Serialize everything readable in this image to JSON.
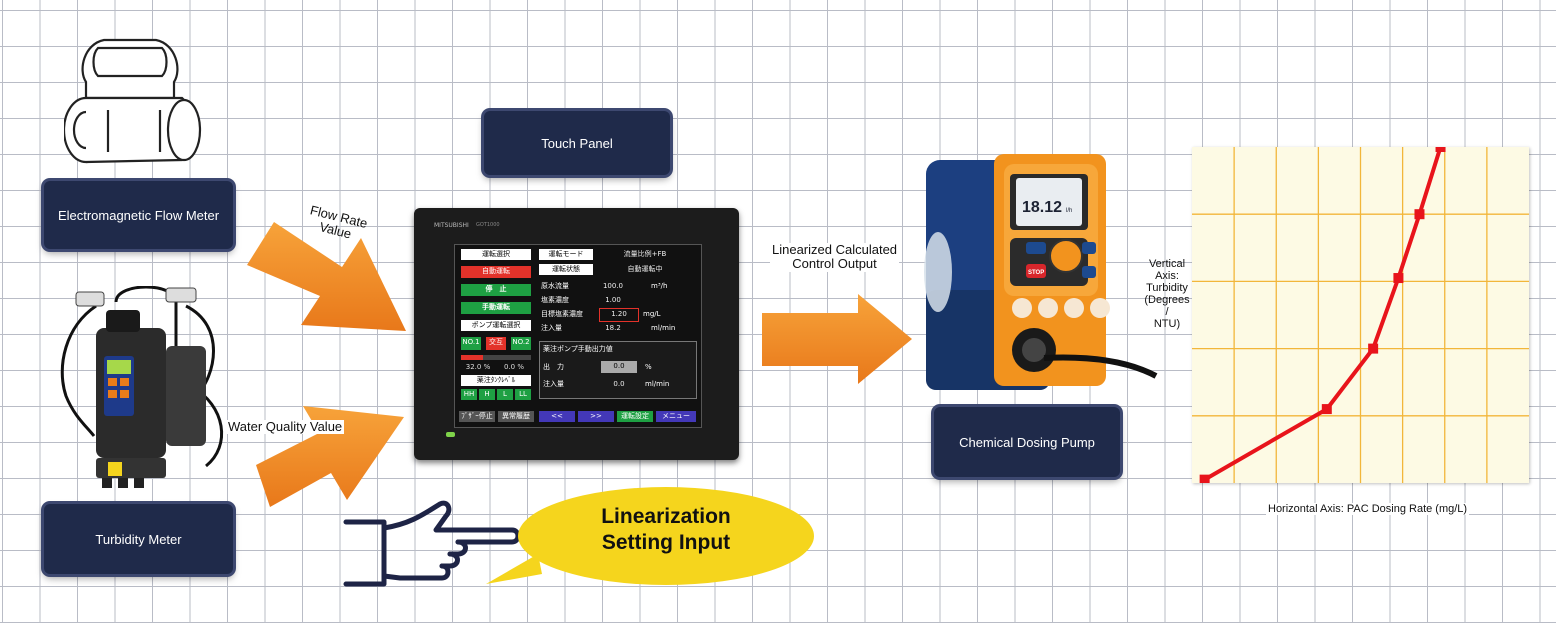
{
  "boxes": {
    "flow_meter": "Electromagnetic Flow Meter",
    "touch_panel": "Touch Panel",
    "turbidity_meter": "Turbidity Meter",
    "dosing_pump": "Chemical Dosing Pump"
  },
  "labels": {
    "flow_rate_value": "Flow  Rate\nValue",
    "water_quality_value": "Water Quality Value",
    "linearized_output": "Linearized Calculated\nControl Output",
    "vertical_axis": "Vertical\nAxis:\nTurbidity\n(Degrees /\nNTU)",
    "horizontal_axis": "Horizontal Axis: PAC Dosing Rate (mg/L)"
  },
  "bubble": {
    "line1": "Linearization",
    "line2": "Setting Input"
  },
  "hmi": {
    "brand": "MITSUBISHI",
    "model": "GOT1000",
    "op_select": "運転選択",
    "auto_run": "自動運転",
    "stop": "停　止",
    "manual_run": "手動運転",
    "pump_select": "ポンプ運転選択",
    "pump_no1": "NO.1",
    "pump_alt": "交互",
    "pump_no2": "NO.2",
    "bar_left": "32.0 %",
    "bar_right": "0.0 %",
    "tank_level": "薬注ﾀﾝｸﾚﾍﾞﾙ",
    "hh": "HH",
    "h": "H",
    "l": "L",
    "ll": "LL",
    "op_mode_label": "運転モード",
    "op_mode_value": "流量比例+FB",
    "op_state_label": "運転状態",
    "op_state_value": "自動運転中",
    "raw_flow_label": "原水流量",
    "raw_flow_value": "100.0",
    "raw_flow_unit": "m³/h",
    "chlorine_label": "塩素濃度",
    "chlorine_value": "1.00",
    "target_label": "目標塩素濃度",
    "target_value": "1.20",
    "target_unit": "mg/L",
    "inject_label": "注入量",
    "inject_value": "18.2",
    "inject_unit": "ml/min",
    "manual_title": "薬注ポンプ手動出力値",
    "output_label": "出　力",
    "output_value": "0.0",
    "output_unit": "%",
    "manual_inject_label": "注入量",
    "manual_inject_value": "0.0",
    "manual_inject_unit": "ml/min",
    "btn_buzzer": "ﾌﾞｻﾞｰ停止",
    "btn_alarm": "異常履歴",
    "btn_prev": "<<",
    "btn_next": ">>",
    "btn_settings": "運転設定",
    "btn_menu": "メニュー"
  },
  "pump": {
    "display_value": "18.12",
    "display_unit": "l/h",
    "stop_label": "STOP"
  },
  "colors": {
    "navy": "#1f2a4a",
    "arrow_orange": "#f28c1e",
    "curve_red": "#e8141b",
    "chart_grid": "#f2b63a",
    "bubble_yellow": "#f5d51d"
  },
  "chart_data": {
    "type": "line",
    "title": "",
    "xlabel": "Horizontal Axis: PAC Dosing Rate (mg/L)",
    "ylabel": "Vertical Axis: Turbidity (Degrees / NTU)",
    "grid": true,
    "xlim": [
      0,
      8
    ],
    "ylim": [
      0,
      10
    ],
    "x": [
      0.3,
      3.2,
      4.3,
      4.9,
      5.4,
      5.9
    ],
    "y": [
      0.1,
      2.2,
      4.0,
      6.1,
      8.0,
      10.0
    ]
  }
}
